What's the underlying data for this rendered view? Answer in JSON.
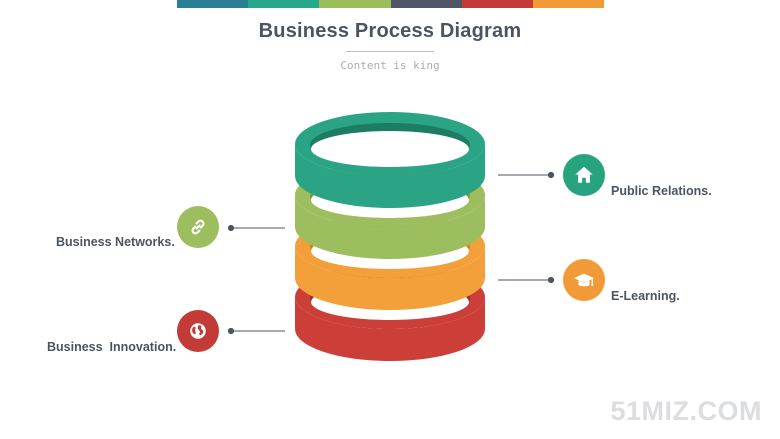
{
  "header": {
    "title": "Business Process Diagram",
    "subtitle": "Content is king",
    "bar_colors": [
      "#2b7f95",
      "#27a88a",
      "#9dbd5b",
      "#4e5566",
      "#c23b36",
      "#f29a38"
    ]
  },
  "rings": [
    {
      "name": "red",
      "color": "#cc3e38",
      "dark": "#9e2a26"
    },
    {
      "name": "orange",
      "color": "#f3a03b",
      "dark": "#d87f12"
    },
    {
      "name": "green",
      "color": "#9dbe5e",
      "dark": "#779840"
    },
    {
      "name": "teal",
      "color": "#2aa485",
      "dark": "#1c7c64"
    }
  ],
  "items": {
    "public_relations": {
      "label": "Public Relations.",
      "icon": "home-icon",
      "color": "#27a37f"
    },
    "business_networks": {
      "label": "Business Networks.",
      "icon": "link-icon",
      "color": "#9dbe5e"
    },
    "e_learning": {
      "label": "E-Learning.",
      "icon": "graduation-cap-icon",
      "color": "#f29a38"
    },
    "business_innovation": {
      "label": "Business  Innovation.",
      "icon": "globe-icon",
      "color": "#c23b36"
    }
  },
  "watermark": "51MIZ.COM"
}
